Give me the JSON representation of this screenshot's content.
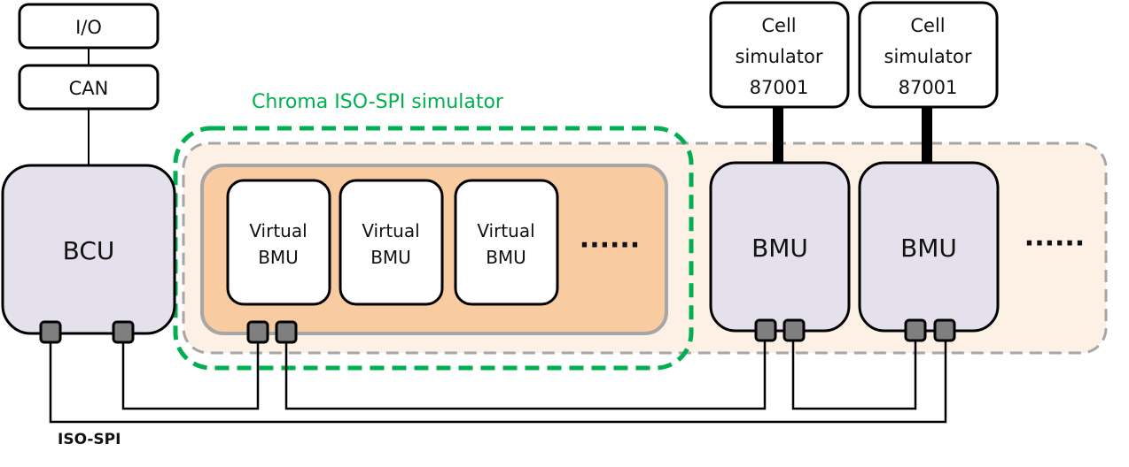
{
  "title": "Chroma ISO-SPI simulator test setup",
  "colors": {
    "simulator_outline": "#00b050",
    "chain_background": "#fdf0e4",
    "chain_outline": "#a6a6a6",
    "virtual_group_fill": "#f8cba0",
    "unit_fill": "#e4e0ec",
    "port_fill": "#7f7f7f",
    "line": "#000000"
  },
  "boxes": {
    "io": "I/O",
    "can": "CAN",
    "bcu": "BCU"
  },
  "simulator": {
    "label": "Chroma ISO-SPI simulator",
    "virtual_bmus": [
      {
        "line1": "Virtual",
        "line2": "BMU"
      },
      {
        "line1": "Virtual",
        "line2": "BMU"
      },
      {
        "line1": "Virtual",
        "line2": "BMU"
      }
    ],
    "ellipsis": "······"
  },
  "bmus": [
    {
      "label": "BMU",
      "cell_sim": {
        "line1": "Cell",
        "line2": "simulator",
        "line3": "87001"
      }
    },
    {
      "label": "BMU",
      "cell_sim": {
        "line1": "Cell",
        "line2": "simulator",
        "line3": "87001"
      }
    }
  ],
  "chain_ellipsis": "······",
  "bus_label": "ISO-SPI"
}
